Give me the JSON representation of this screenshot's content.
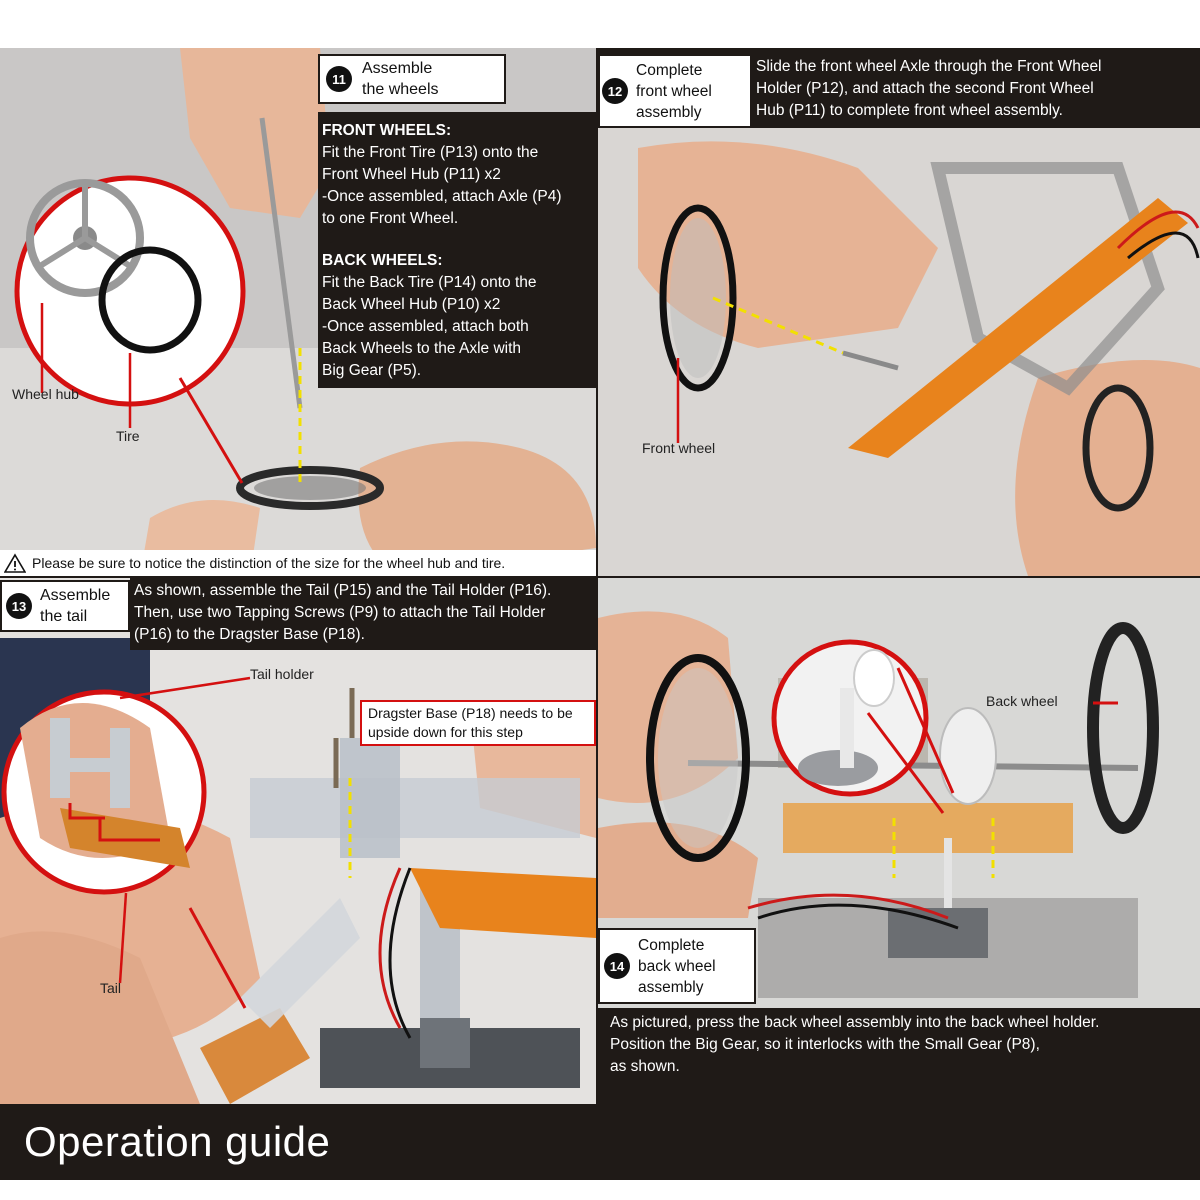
{
  "footer": {
    "title": "Operation guide"
  },
  "step11": {
    "number": "11",
    "title": "Assemble\nthe wheels",
    "front_head": "FRONT WHEELS:",
    "front_text": "Fit the Front Tire (P13) onto the\nFront Wheel Hub (P11) x2\n-Once assembled, attach Axle (P4)\n to one Front Wheel.",
    "back_head": "BACK WHEELS:",
    "back_text": "Fit the Back Tire (P14) onto the\nBack Wheel Hub (P10) x2\n-Once assembled, attach both\nBack Wheels to the Axle with\nBig Gear (P5).",
    "label_hub": "Wheel hub",
    "label_tire": "Tire",
    "warning": "Please be sure to notice the distinction of the size for the wheel hub and tire."
  },
  "step12": {
    "number": "12",
    "title": "Complete\nfront wheel\nassembly",
    "text": "Slide the front wheel Axle through the Front Wheel\nHolder (P12), and attach the second Front Wheel\nHub (P11) to complete front wheel assembly.",
    "label_front_wheel": "Front wheel"
  },
  "step13": {
    "number": "13",
    "title": "Assemble\nthe tail",
    "text": "As shown, assemble the Tail (P15) and the Tail Holder (P16).\nThen, use two Tapping Screws (P9) to attach the Tail Holder\n(P16) to the Dragster Base (P18).",
    "label_tail_holder": "Tail holder",
    "label_tail": "Tail",
    "note": "Dragster Base (P18) needs to be\nupside down for this step"
  },
  "step14": {
    "number": "14",
    "title": "Complete\nback wheel\nassembly",
    "text": "As pictured, press the back wheel assembly into the back wheel holder.\nPosition the Big Gear, so it interlocks with the Small Gear (P8),\nas shown.",
    "label_back_wheel": "Back wheel"
  },
  "colors": {
    "accent_red": "#d41010",
    "dark_bg": "#1f1a17",
    "orange_part": "#e8831c",
    "dashed_yellow": "#f2e000"
  }
}
